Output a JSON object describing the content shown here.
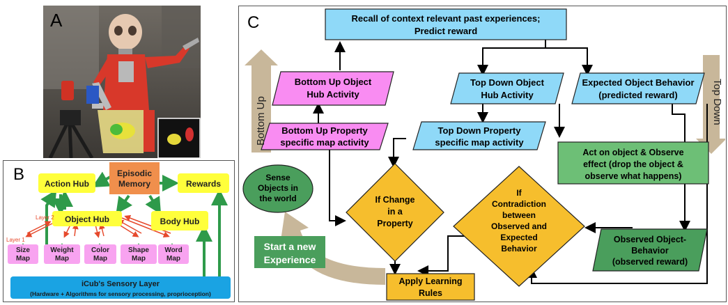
{
  "panel_a": {
    "label": "A"
  },
  "panel_b": {
    "label": "B",
    "episodic_memory": [
      "Episodic",
      "Memory"
    ],
    "action_hub": "Action Hub",
    "rewards": "Rewards",
    "object_hub": "Object Hub",
    "body_hub": "Body Hub",
    "layer2": "Layer 2",
    "layer1": "Layer 1",
    "maps": [
      [
        "Size",
        "Map"
      ],
      [
        "Weight",
        "Map"
      ],
      [
        "Color",
        "Map"
      ],
      [
        "Shape",
        "Map"
      ],
      [
        "Word",
        "Map"
      ]
    ],
    "sensory_title": "iCub's Sensory Layer",
    "sensory_sub": "(Hardware + Algorithms for sensory processing, proprioception)"
  },
  "panel_c": {
    "label": "C",
    "recall": [
      "Recall of context relevant past experiences;",
      "Predict reward"
    ],
    "bu_object_hub": [
      "Bottom Up Object",
      "Hub Activity"
    ],
    "td_object_hub": [
      "Top Down Object",
      "Hub Activity"
    ],
    "expected_behavior": [
      "Expected Object Behavior",
      "(predicted reward)"
    ],
    "bu_property": [
      "Bottom Up Property",
      "specific map activity"
    ],
    "td_property": [
      "Top Down Property",
      "specific map activity"
    ],
    "act_on_object": [
      "Act on object & Observe",
      "effect (drop the object &",
      "observe what happens)"
    ],
    "sense_objects": [
      "Sense",
      "Objects in",
      "the world"
    ],
    "if_change": [
      "If Change",
      "in a",
      "Property"
    ],
    "if_contradiction": [
      "If",
      "Contradiction",
      "between",
      "Observed and",
      "Expected",
      "Behavior"
    ],
    "observed_behavior": [
      "Observed Object-",
      "Behavior",
      "(observed reward)"
    ],
    "start_new": [
      "Start a new",
      "Experience"
    ],
    "apply_rules": [
      "Apply Learning",
      "Rules"
    ],
    "bottom_up": "Bottom Up",
    "top_down": "Top Down"
  },
  "colors": {
    "cyan": "#8fd9f8",
    "magenta": "#f98cf2",
    "green": "#6dbf76",
    "orange": "#f6be2d",
    "tan": "#c8b79a",
    "darkgreen": "#4a9e5c",
    "yellow": "#ffff3b",
    "peach": "#f08f4c",
    "pink": "#f8a3f0",
    "blue": "#1aa3e3"
  }
}
